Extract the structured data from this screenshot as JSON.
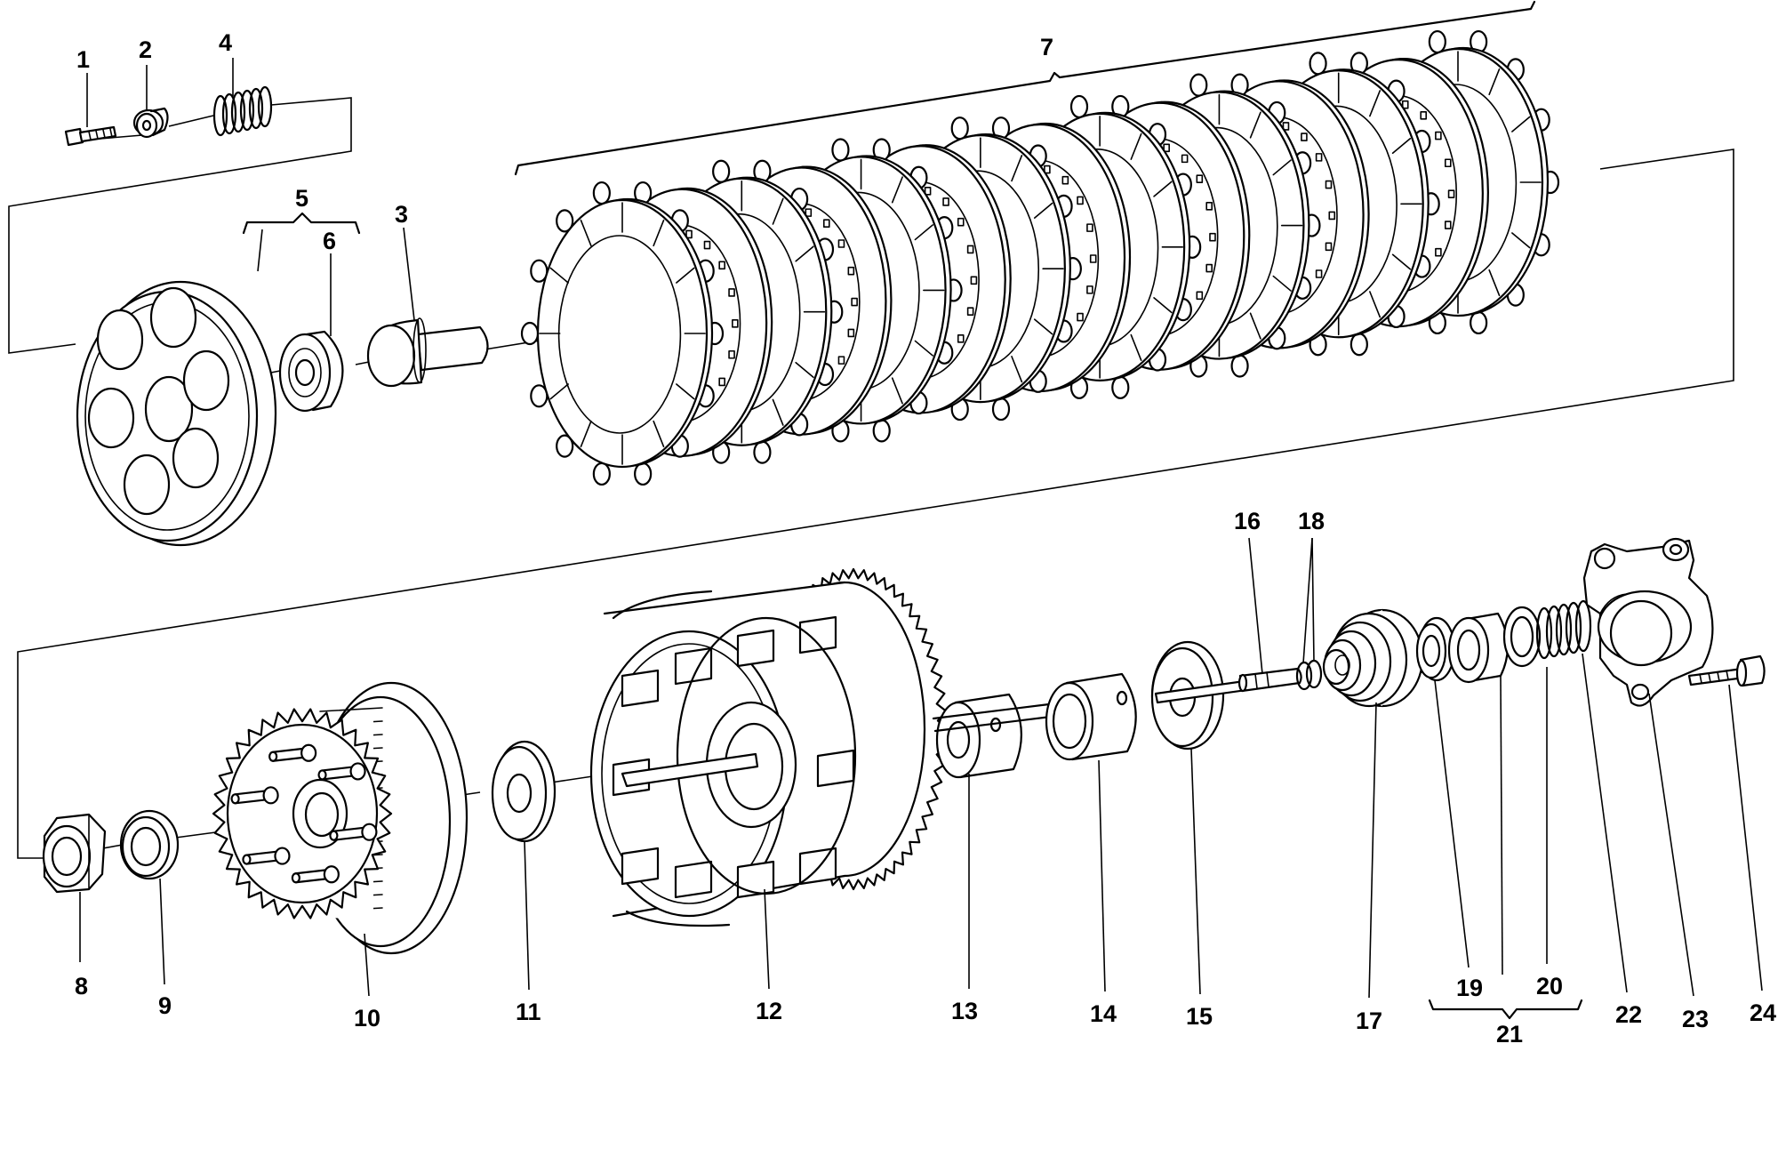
{
  "part_labels": [
    "1",
    "2",
    "3",
    "4",
    "5",
    "6",
    "7",
    "8",
    "9",
    "10",
    "11",
    "12",
    "13",
    "14",
    "15",
    "16",
    "17",
    "18",
    "19",
    "20",
    "21",
    "22",
    "23",
    "24"
  ]
}
